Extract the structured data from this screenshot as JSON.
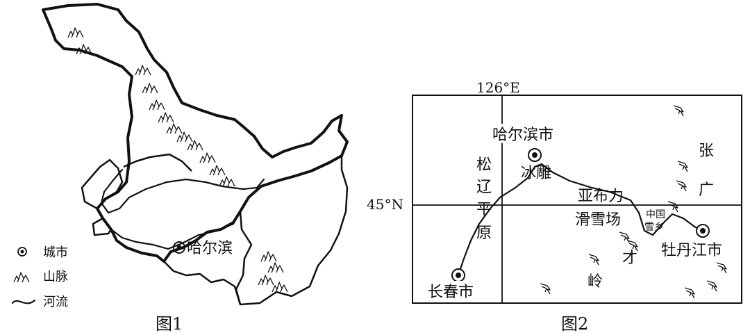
{
  "figure1": {
    "caption": "图1",
    "city_label": "哈尔滨",
    "legend": {
      "city": "城市",
      "mountain": "山脉",
      "river": "河流"
    }
  },
  "figure2": {
    "caption": "图2",
    "longitude_label": "126°E",
    "latitude_label": "45°N",
    "cities": {
      "harbin": "哈尔滨市",
      "changchun": "长春市",
      "mudanjiang": "牡丹江市"
    },
    "places": {
      "ice_sculpture": "冰雕",
      "yabuli_line1": "亚布力",
      "yabuli_line2": "滑雪场",
      "snow_town_line1": "中国",
      "snow_town_line2": "雪乡"
    },
    "plain_chars": [
      "松",
      "辽",
      "平",
      "原"
    ],
    "range_chars": [
      "张",
      "广",
      "才",
      "岭"
    ]
  },
  "icons": [
    "city-marker-icon",
    "mountain-icon",
    "river-icon"
  ]
}
